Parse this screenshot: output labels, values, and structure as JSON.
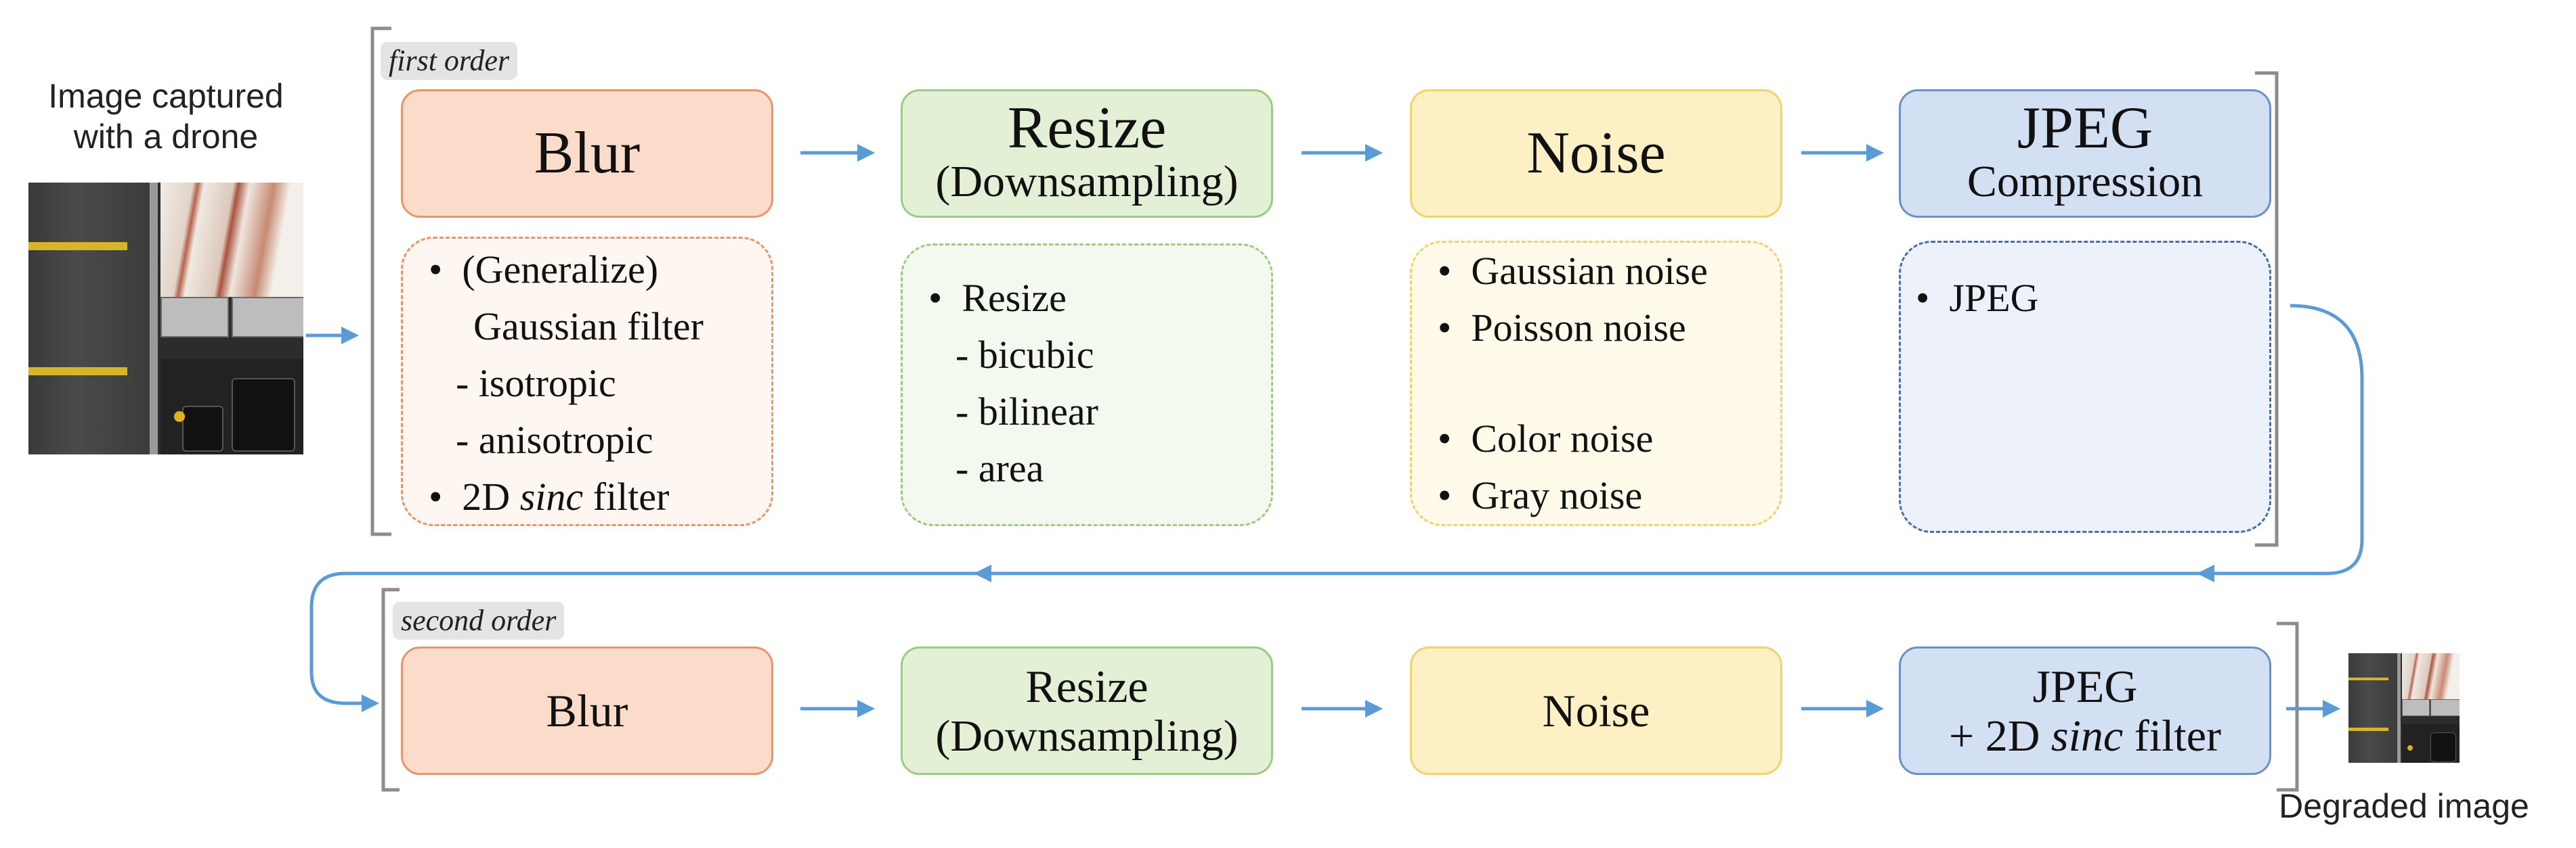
{
  "input_caption_line1": "Image captured",
  "input_caption_line2": "with a drone",
  "output_caption": "Degraded image",
  "first_order_label": "first order",
  "second_order_label": "second order",
  "first_order": {
    "blur": {
      "title": "Blur",
      "details": [
        "(Generalize)",
        "Gaussian filter",
        "- isotropic",
        "- anisotropic",
        "2D sinc filter"
      ]
    },
    "resize": {
      "title": "Resize",
      "subtitle": "(Downsampling)",
      "details": [
        "Resize",
        "- bicubic",
        "- bilinear",
        "- area"
      ]
    },
    "noise": {
      "title": "Noise",
      "details": [
        "Gaussian noise",
        "Poisson noise",
        "Color noise",
        "Gray noise"
      ]
    },
    "jpeg": {
      "title": "JPEG",
      "subtitle": "Compression",
      "details": [
        "JPEG"
      ]
    }
  },
  "second_order": {
    "blur": {
      "title": "Blur"
    },
    "resize": {
      "title": "Resize",
      "subtitle": "(Downsampling)"
    },
    "noise": {
      "title": "Noise"
    },
    "jpeg": {
      "title": "JPEG",
      "subtitle_prefix": "+ 2D ",
      "subtitle_italic": "sinc",
      "subtitle_suffix": " filter"
    }
  },
  "colors": {
    "arrow": "#5b9bd5",
    "blur_fill": "#fbdcca",
    "blur_border": "#e8956a",
    "resize_fill": "#e3f0d6",
    "resize_border": "#9ccb84",
    "noise_fill": "#fdf0c4",
    "noise_border": "#f1d36a",
    "jpeg_fill": "#d3dff3",
    "jpeg_border": "#6b8fc8",
    "bracket": "#8c8c8c"
  }
}
